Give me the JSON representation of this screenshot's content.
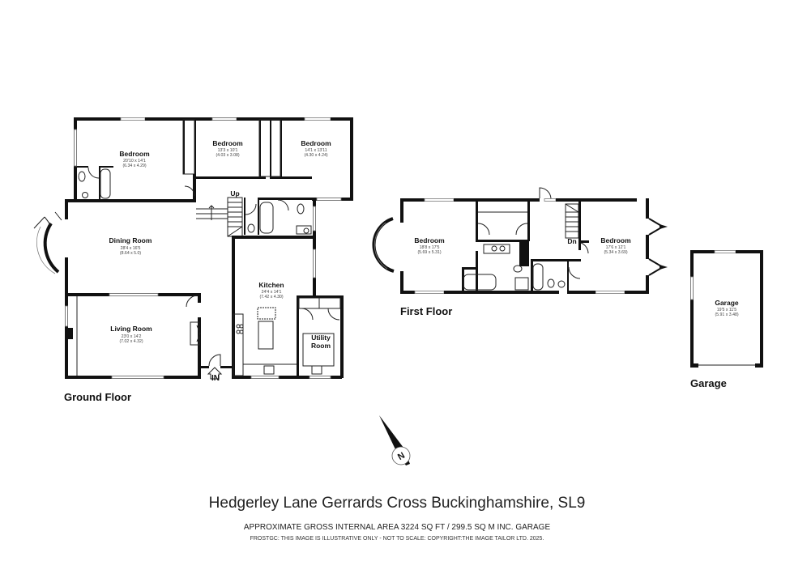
{
  "floors": {
    "ground": {
      "label": "Ground Floor",
      "rooms": [
        {
          "name": "Bedroom",
          "imperial": "20'10 x 14'1",
          "metric": "(6.34 x 4.29)"
        },
        {
          "name": "Bedroom",
          "imperial": "13'3 x 10'1",
          "metric": "(4.03 x 3.08)"
        },
        {
          "name": "Bedroom",
          "imperial": "14'1 x 13'11",
          "metric": "(4.30 x 4.24)"
        },
        {
          "name": "Dining Room",
          "imperial": "28'4 x 16'5",
          "metric": "(8.64 x 5.0)"
        },
        {
          "name": "Living Room",
          "imperial": "23'0 x 14'2",
          "metric": "(7.02 x 4.32)"
        },
        {
          "name": "Kitchen",
          "imperial": "24'4 x 14'1",
          "metric": "(7.42 x 4.30)"
        },
        {
          "name": "Utility",
          "name2": "Room"
        }
      ],
      "markers": {
        "stairs": "Up",
        "entrance": "IN"
      }
    },
    "first": {
      "label": "First Floor",
      "rooms": [
        {
          "name": "Bedroom",
          "imperial": "18'8 x 17'5",
          "metric": "(5.69 x 5.31)"
        },
        {
          "name": "Bedroom",
          "imperial": "17'6 x 12'1",
          "metric": "(5.34 x 3.69)"
        }
      ],
      "markers": {
        "stairs": "Dn"
      }
    },
    "garage": {
      "label": "Garage",
      "rooms": [
        {
          "name": "Garage",
          "imperial": "19'5 x 11'5",
          "metric": "(5.91 x 3.48)"
        }
      ]
    }
  },
  "compass": {
    "label": "N"
  },
  "footer": {
    "address": "Hedgerley Lane Gerrards Cross Buckinghamshire, SL9",
    "area": "APPROXIMATE GROSS INTERNAL AREA 3224 SQ FT / 299.5 SQ M INC. GARAGE",
    "disclaimer": "FROSTGC: THIS IMAGE IS ILLUSTRATIVE ONLY - NOT TO SCALE: COPYRIGHT:THE IMAGE TAILOR LTD. 2025."
  }
}
